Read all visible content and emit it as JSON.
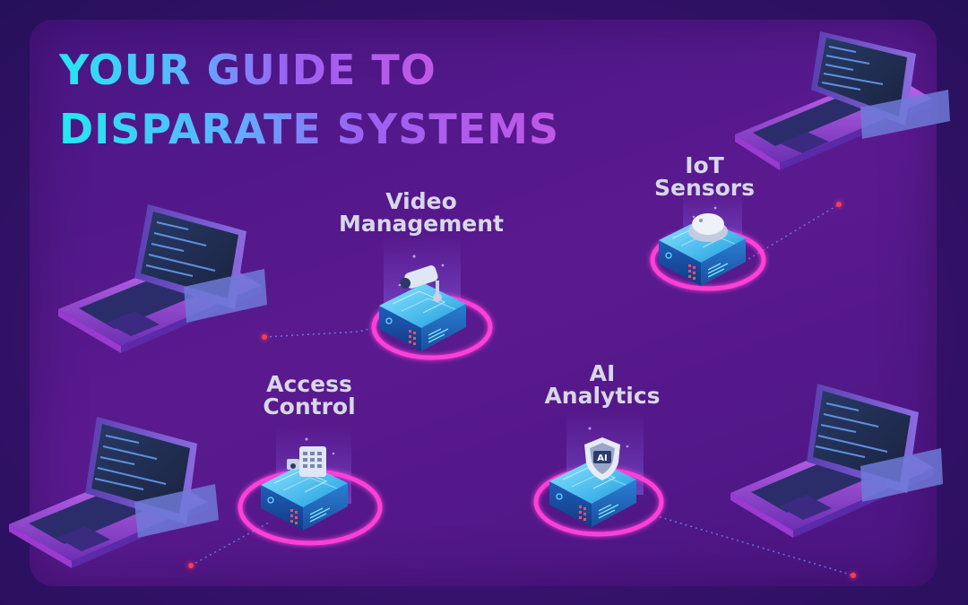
{
  "headline": {
    "line1": "YOUR GUIDE TO",
    "line2": "DISPARATE SYSTEMS"
  },
  "systems": [
    {
      "id": "video",
      "label_line1": "Video",
      "label_line2": "Management",
      "icon": "security-camera-icon"
    },
    {
      "id": "iot",
      "label_line1": "IoT",
      "label_line2": "Sensors",
      "icon": "sensor-dome-icon"
    },
    {
      "id": "access",
      "label_line1": "Access",
      "label_line2": "Control",
      "icon": "keypad-lock-icon"
    },
    {
      "id": "ai",
      "label_line1": "AI",
      "label_line2": "Analytics",
      "icon": "ai-shield-icon",
      "badge_text": "AI"
    }
  ],
  "laptops": [
    "laptop-top-right",
    "laptop-middle-left",
    "laptop-bottom-left",
    "laptop-bottom-right"
  ],
  "colors": {
    "background": "#3a1270",
    "panel": "#5a1a8f",
    "ring": "#ff3fd8",
    "platform": "#37c9ff",
    "headline_start": "#24e8f0",
    "headline_end": "#c257e6",
    "label_text": "#d7d7e6",
    "connector_dot": "#ff3b4e"
  }
}
